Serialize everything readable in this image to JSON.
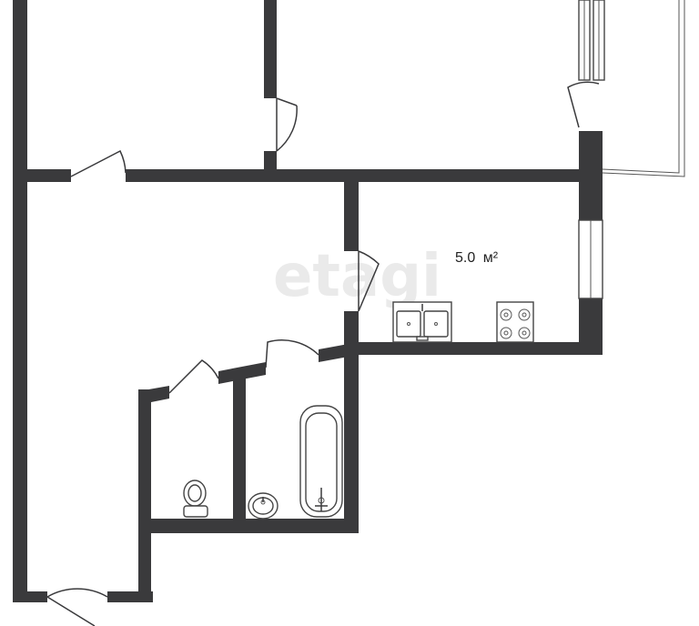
{
  "floorplan": {
    "watermark": "etagi",
    "rooms": [
      {
        "id": "kitchen",
        "area": "5.0",
        "unit": "м²"
      }
    ],
    "colors": {
      "wall": "#3a3a3c",
      "background": "#ffffff",
      "watermark": "#d9d9d9"
    }
  }
}
